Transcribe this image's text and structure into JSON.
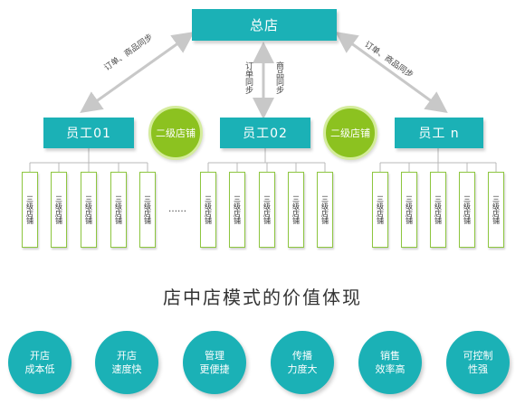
{
  "diagram": {
    "head_store": "总店",
    "staff": [
      "员工01",
      "员工02",
      "员工 n"
    ],
    "second_level": [
      "二级店铺",
      "二级店铺"
    ],
    "third_level_label": "三级店铺",
    "ellipsis": "……",
    "sync_label_left": "订单、商品同步",
    "sync_label_right": "订单、商品同步",
    "sync_label_center_a": "订单同步",
    "sync_label_center_b": "商品同步",
    "colors": {
      "teal": "#1bb1b6",
      "green": "#8cc220",
      "leaf_border": "#8dc63f",
      "line": "#c8c8c8"
    }
  },
  "section_title": "店中店模式的价值体现",
  "values": [
    "开店\n成本低",
    "开店\n速度快",
    "管理\n更便捷",
    "传播\n力度大",
    "销售\n效率高",
    "可控制\n性强"
  ]
}
